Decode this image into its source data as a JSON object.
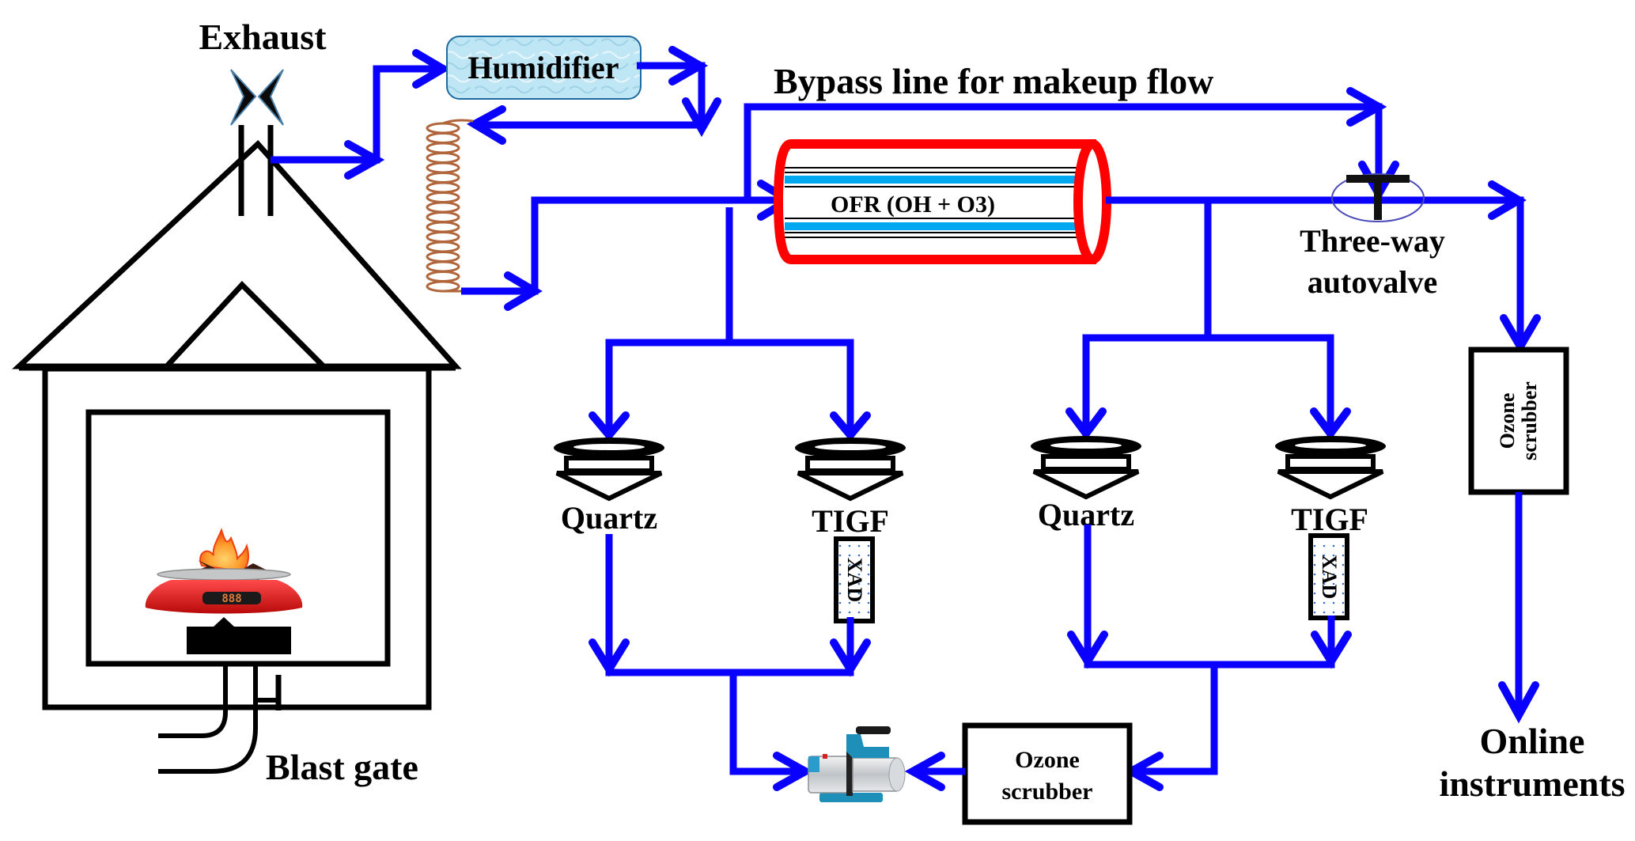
{
  "title": "OFR sampling system schematic",
  "colors": {
    "flow_line": "#0a00ff",
    "reactor_shell": "#ff0000",
    "reactor_lamp": "#00a8f0",
    "humidifier_fill": "#bde4f2",
    "outline": "#000000"
  },
  "labels": {
    "exhaust": "Exhaust",
    "humidifier": "Humidifier",
    "bypass": "Bypass line for makeup flow",
    "ofr": "OFR (OH + O3)",
    "three_way_line1": "Three-way",
    "three_way_line2": "autovalve",
    "blast_gate": "Blast gate",
    "online_line1": "Online",
    "online_line2": "instruments",
    "ozone_scrubber_side_line1": "Ozone",
    "ozone_scrubber_side_line2": "scrubber",
    "ozone_scrubber_bottom_line1": "Ozone",
    "ozone_scrubber_bottom_line2": "scrubber"
  },
  "filter_groups": [
    {
      "name": "before-ofr",
      "filters": [
        {
          "label": "Quartz",
          "has_xad": false
        },
        {
          "label": "TIGF",
          "has_xad": true,
          "xad_label": "XAD"
        }
      ]
    },
    {
      "name": "after-ofr",
      "filters": [
        {
          "label": "Quartz",
          "has_xad": false
        },
        {
          "label": "TIGF",
          "has_xad": true,
          "xad_label": "XAD"
        }
      ]
    }
  ],
  "icons": {
    "valve": "exhaust-valve-icon",
    "coil": "heating-coil-icon",
    "fire": "burning-fuel-icon",
    "scale": "balance-scale-icon",
    "scale_display": "888",
    "pump": "vacuum-pump-icon",
    "autovalve": "three-way-valve-icon"
  }
}
